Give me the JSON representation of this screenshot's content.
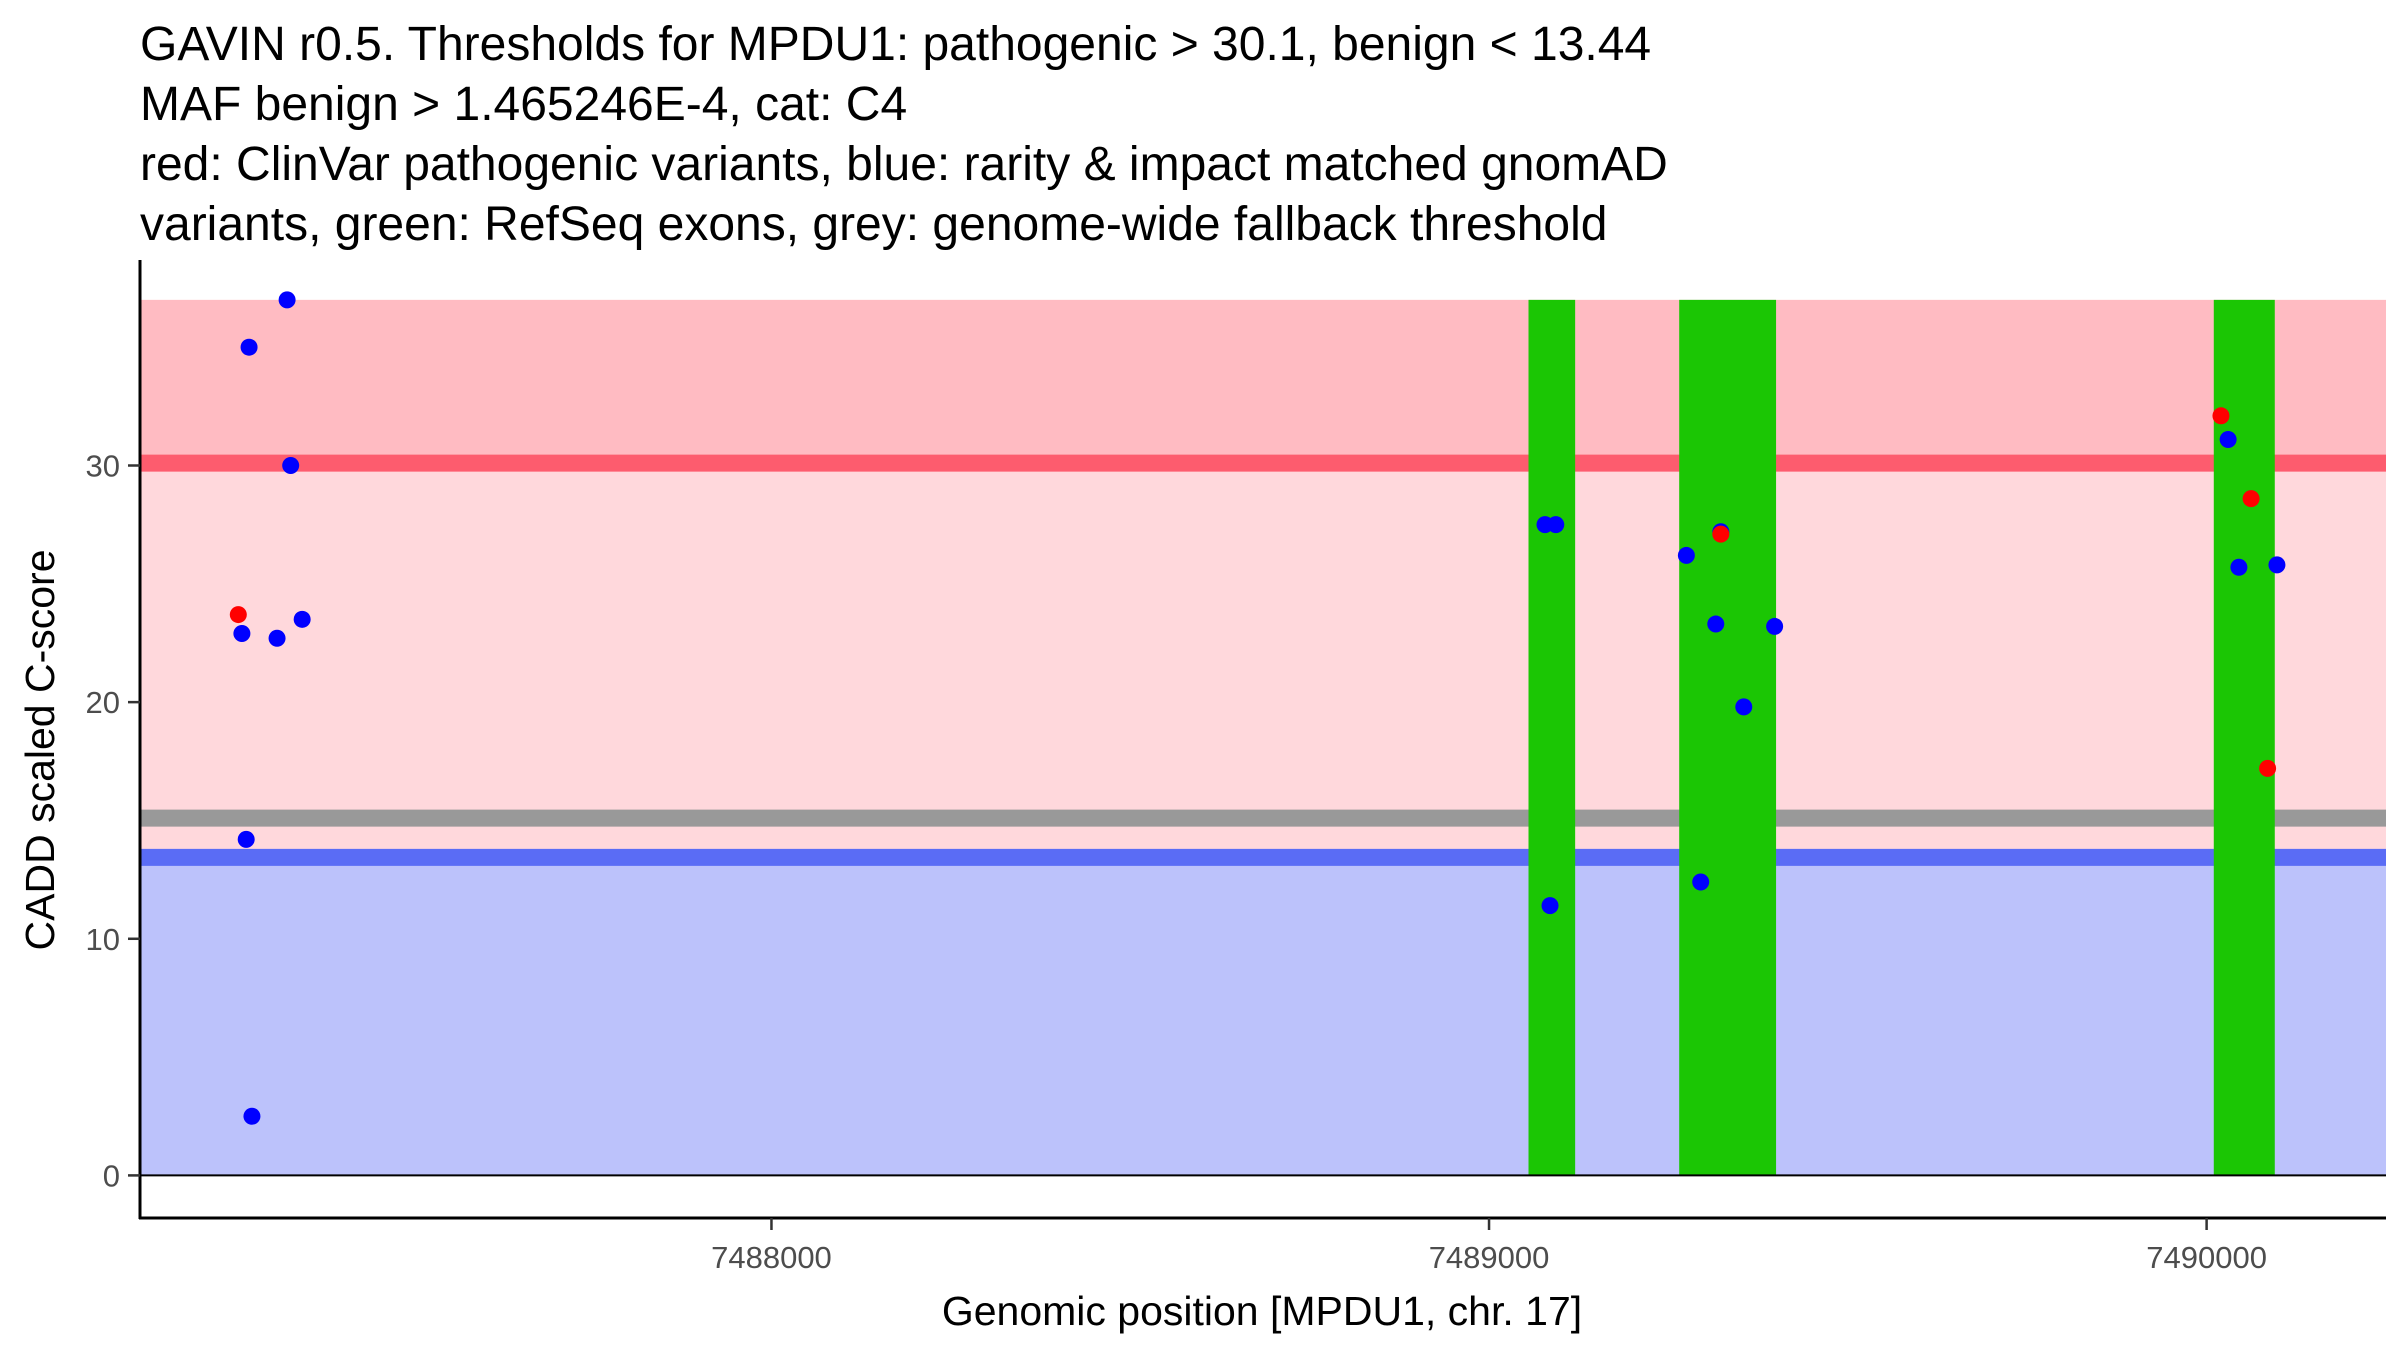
{
  "chart_data": {
    "type": "scatter",
    "title_lines": [
      "GAVIN r0.5. Thresholds for MPDU1: pathogenic > 30.1, benign < 13.44",
      "MAF benign > 1.465246E-4, cat: C4",
      "red: ClinVar pathogenic variants, blue: rarity & impact matched gnomAD",
      "variants, green: RefSeq exons, grey: genome-wide fallback threshold"
    ],
    "xlabel": "Genomic position [MPDU1, chr. 17]",
    "ylabel": "CADD scaled C-score",
    "xlim": [
      7487120,
      7490250
    ],
    "ylim": [
      -1.8,
      38.6
    ],
    "x_ticks": [
      {
        "value": 7488000,
        "label": "7488000"
      },
      {
        "value": 7489000,
        "label": "7489000"
      },
      {
        "value": 7490000,
        "label": "7490000"
      }
    ],
    "y_ticks": [
      {
        "value": 0,
        "label": "0"
      },
      {
        "value": 10,
        "label": "10"
      },
      {
        "value": 20,
        "label": "20"
      },
      {
        "value": 30,
        "label": "30"
      }
    ],
    "grid": false,
    "shaded_regions": [
      {
        "name": "pathogenic-range",
        "y0": 30.1,
        "y1": 37,
        "color": "#ffbbc2"
      },
      {
        "name": "grey-zone",
        "y0": 13.44,
        "y1": 30.1,
        "color": "#ffd8dc"
      },
      {
        "name": "benign-range",
        "y0": 0,
        "y1": 13.44,
        "color": "#bcc2fb"
      }
    ],
    "threshold_lines": [
      {
        "name": "pathogenic-threshold",
        "y": 30.1,
        "color": "#fd5c6e"
      },
      {
        "name": "fallback-threshold",
        "y": 15.1,
        "color": "#999999"
      },
      {
        "name": "benign-threshold",
        "y": 13.44,
        "color": "#5a6cf5"
      }
    ],
    "exons": [
      {
        "x0": 7489055,
        "x1": 7489120
      },
      {
        "x0": 7489265,
        "x1": 7489400
      },
      {
        "x0": 7490010,
        "x1": 7490095
      }
    ],
    "exon_y_range": [
      0,
      37
    ],
    "exon_color": "#1bc604",
    "series": [
      {
        "color": "#0000ff",
        "points": [
          {
            "x": 7487262,
            "y": 22.9
          },
          {
            "x": 7487268,
            "y": 14.2
          },
          {
            "x": 7487272,
            "y": 35.0
          },
          {
            "x": 7487276,
            "y": 2.5
          },
          {
            "x": 7487311,
            "y": 22.7
          },
          {
            "x": 7487325,
            "y": 37.0
          },
          {
            "x": 7487330,
            "y": 30.0
          },
          {
            "x": 7487346,
            "y": 23.5
          },
          {
            "x": 7489078,
            "y": 27.5
          },
          {
            "x": 7489085,
            "y": 11.4
          },
          {
            "x": 7489093,
            "y": 27.5
          },
          {
            "x": 7489275,
            "y": 26.2
          },
          {
            "x": 7489295,
            "y": 12.4
          },
          {
            "x": 7489316,
            "y": 23.3
          },
          {
            "x": 7489323,
            "y": 27.2
          },
          {
            "x": 7489355,
            "y": 19.8
          },
          {
            "x": 7489398,
            "y": 23.2
          },
          {
            "x": 7490030,
            "y": 31.1
          },
          {
            "x": 7490045,
            "y": 25.7
          },
          {
            "x": 7490098,
            "y": 25.8
          }
        ]
      },
      {
        "color": "#ff0000",
        "points": [
          {
            "x": 7487257,
            "y": 23.7
          },
          {
            "x": 7489323,
            "y": 27.1
          },
          {
            "x": 7490020,
            "y": 32.1
          },
          {
            "x": 7490062,
            "y": 28.6
          },
          {
            "x": 7490085,
            "y": 17.2
          }
        ]
      }
    ]
  }
}
